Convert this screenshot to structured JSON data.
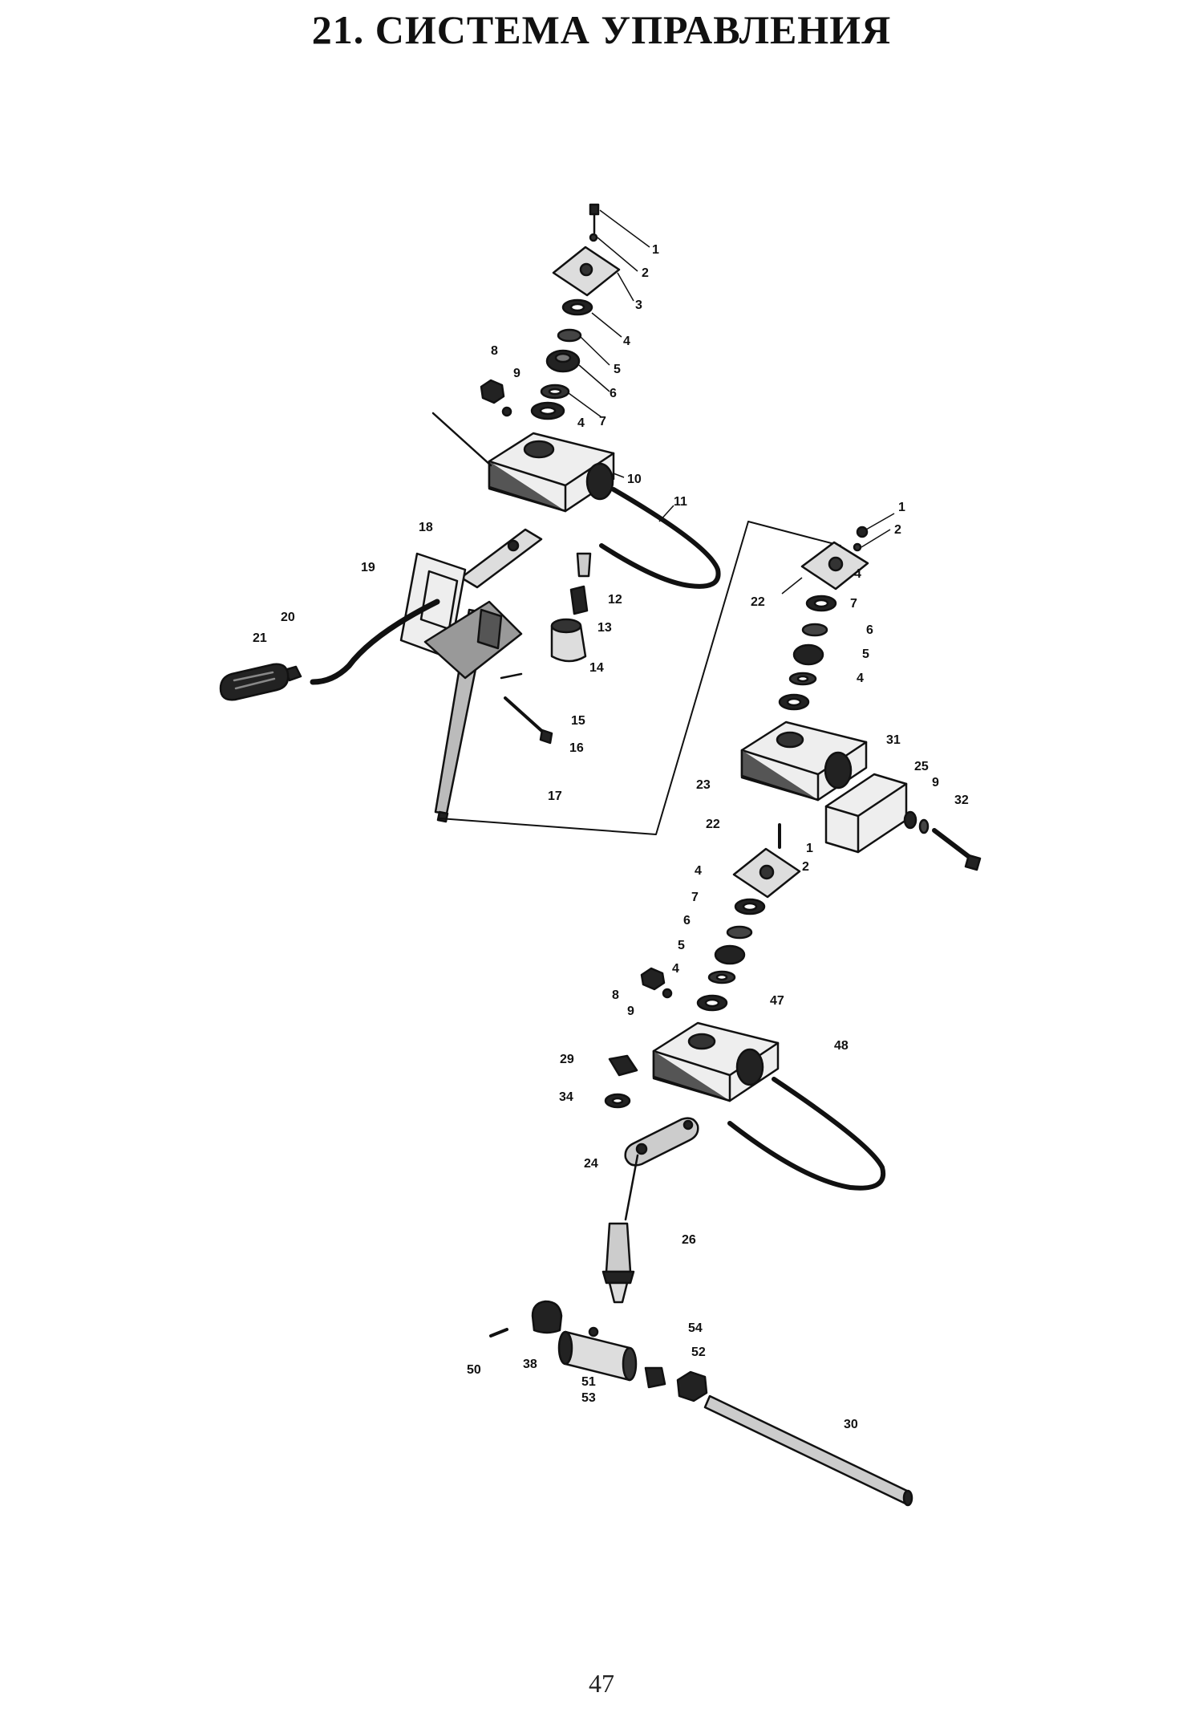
{
  "title": "21. СИСТЕМА УПРАВЛЕНИЯ",
  "page_number": "47",
  "callouts": [
    "1",
    "2",
    "3",
    "4",
    "5",
    "6",
    "7",
    "4",
    "8",
    "9",
    "10",
    "11",
    "18",
    "19",
    "20",
    "21",
    "12",
    "13",
    "14",
    "15",
    "16",
    "17",
    "1",
    "2",
    "22",
    "4",
    "7",
    "6",
    "5",
    "4",
    "23",
    "31",
    "25",
    "9",
    "32",
    "22",
    "1",
    "2",
    "4",
    "7",
    "6",
    "5",
    "4",
    "8",
    "9",
    "47",
    "48",
    "29",
    "34",
    "24",
    "26",
    "50",
    "38",
    "51",
    "53",
    "54",
    "52",
    "30"
  ]
}
